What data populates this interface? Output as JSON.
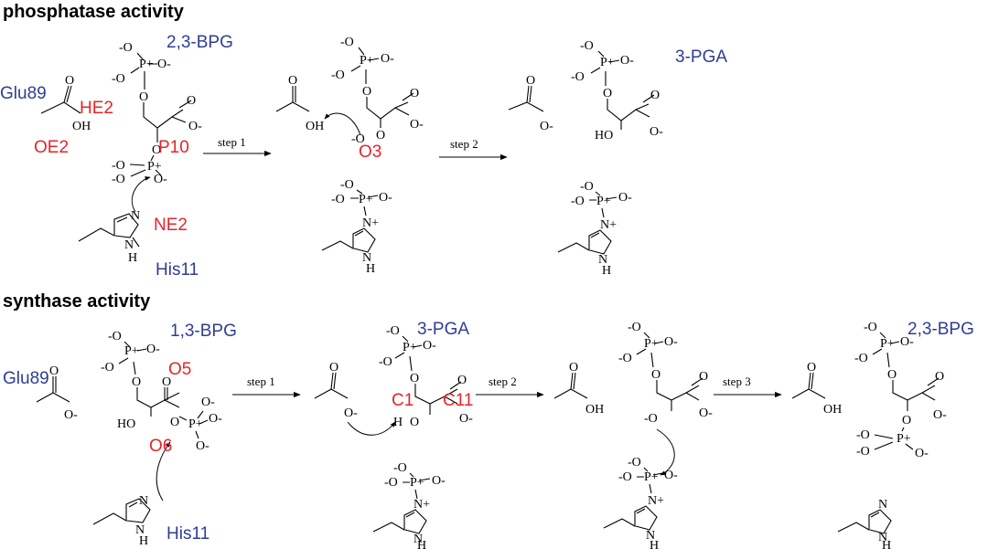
{
  "sections": {
    "phosphatase": "phosphatase activity",
    "synthase": "synthase activity"
  },
  "steps": {
    "s1": "step 1",
    "s2": "step 2",
    "s3": "step 3"
  },
  "atoms": {
    "minus_o": "-O",
    "o_minus": "O-",
    "p_plus": "P+",
    "o": "O",
    "oh": "OH",
    "ho": "HO",
    "n": "N",
    "n_plus": "N+",
    "h": "H"
  },
  "labels": {
    "bpg23": "2,3-BPG",
    "bpg13": "1,3-BPG",
    "pga3": "3-PGA",
    "glu89": "Glu89",
    "his11": "His11",
    "he2": "HE2",
    "oe2": "OE2",
    "p10": "P10",
    "ne2": "NE2",
    "o3": "O3",
    "o5": "O5",
    "o6": "O6",
    "c1": "C1",
    "c11": "C11"
  },
  "colors": {
    "label_blue": "#2e3d96",
    "label_red": "#e8232a"
  }
}
